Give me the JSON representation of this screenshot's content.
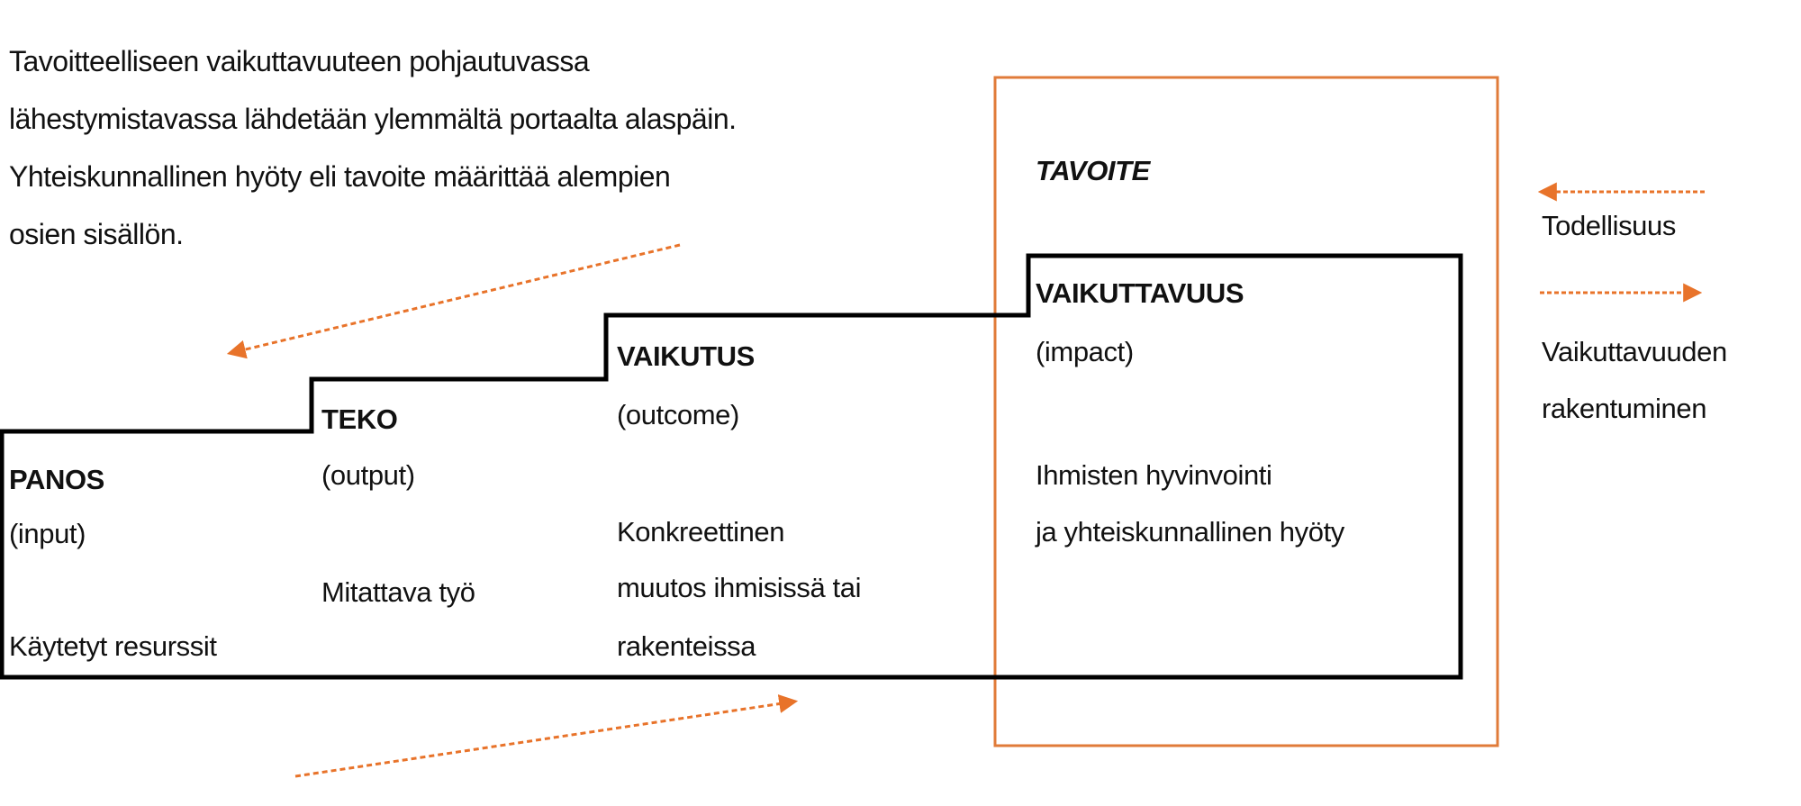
{
  "intro": {
    "lines": [
      "Tavoitteelliseen vaikuttavuuteen pohjautuvassa",
      "lähestymistavassa lähdetään ylemmältä portaalta alaspäin.",
      "Yhteiskunnallinen hyöty eli tavoite määrittää alempien",
      "osien sisällön."
    ]
  },
  "goal_box": {
    "title": "TAVOITE",
    "border_color": "#E07B39"
  },
  "steps": [
    {
      "title": "PANOS",
      "subtitle": "(input)",
      "description": [
        "Käytetyt resurssit"
      ]
    },
    {
      "title": "TEKO",
      "subtitle": "(output)",
      "description": [
        "Mitattava työ"
      ]
    },
    {
      "title": "VAIKUTUS",
      "subtitle": "(outcome)",
      "description": [
        "Konkreettinen",
        "muutos ihmisissä tai",
        "rakenteissa"
      ]
    },
    {
      "title": "VAIKUTTAVUUS",
      "subtitle": "(impact)",
      "description": [
        "Ihmisten hyvinvointi",
        "ja yhteiskunnallinen hyöty"
      ]
    }
  ],
  "legend": {
    "reality_label": "Todellisuus",
    "building_label_lines": [
      "Vaikuttavuuden",
      "rakentuminen"
    ]
  },
  "colors": {
    "arrow": "#E8732A",
    "stair_line": "#000000",
    "text": "#111111"
  },
  "icons": {
    "arrow_left": "arrow-left-icon",
    "arrow_right": "arrow-right-icon"
  }
}
